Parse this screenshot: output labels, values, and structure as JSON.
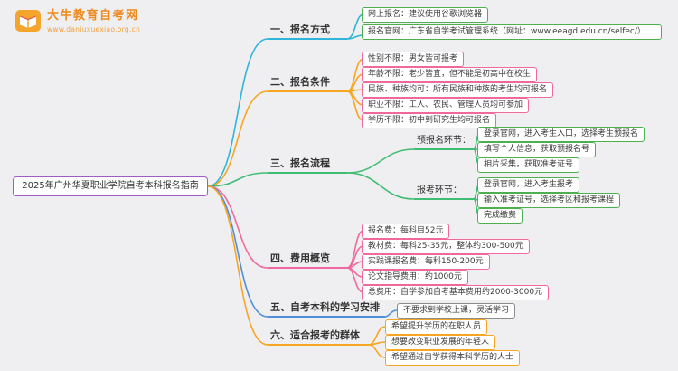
{
  "logo": {
    "site_name": "大牛教育自考网",
    "site_url": "www.daniuxuexiao.org.cn",
    "icon": "open-book-icon",
    "brand_color": "#ee8a1d"
  },
  "main_topic": {
    "text": "2025年广州华夏职业学院自考本科报名指南",
    "border_color": "#a25ac6"
  },
  "branches": [
    {
      "label": "一、报名方式",
      "color": "#30b5d8",
      "children": [
        {
          "text": "网上报名：建议使用谷歌浏览器",
          "border_color": "#4caf50"
        },
        {
          "text": "报名官网：广东省自学考试管理系统（网址：www.eeagd.edu.cn/selfec/）",
          "border_color": "#4caf50"
        }
      ]
    },
    {
      "label": "二、报名条件",
      "color": "#f7a623",
      "children": [
        {
          "text": "性别不限：男女皆可报考",
          "border_color": "#ef6a9b"
        },
        {
          "text": "年龄不限：老少皆宜，但不能是初高中在校生",
          "border_color": "#ef6a9b"
        },
        {
          "text": "民族、种族均可：所有民族和种族的考生均可报名",
          "border_color": "#ef6a9b"
        },
        {
          "text": "职业不限：工人、农民、管理人员均可参加",
          "border_color": "#ef6a9b"
        },
        {
          "text": "学历不限：初中到研究生均可报名",
          "border_color": "#ef6a9b"
        }
      ]
    },
    {
      "label": "三、报名流程",
      "color": "#3fbd74",
      "children": [
        {
          "text": "预报名环节：",
          "color": "#3fbd74",
          "children": [
            {
              "text": "登录官网，进入考生入口，选择考生预报名",
              "border_color": "#4caf50"
            },
            {
              "text": "填写个人信息，获取预报名号",
              "border_color": "#4caf50"
            },
            {
              "text": "相片采集，获取准考证号",
              "border_color": "#4caf50"
            }
          ]
        },
        {
          "text": "报考环节：",
          "color": "#3fbd74",
          "children": [
            {
              "text": "登录官网，进入考生报考",
              "border_color": "#4caf50"
            },
            {
              "text": "输入准考证号，选择考区和报考课程",
              "border_color": "#4caf50"
            },
            {
              "text": "完成缴费",
              "border_color": "#4caf50"
            }
          ]
        }
      ]
    },
    {
      "label": "四、费用概览",
      "color": "#ee6a9e",
      "children": [
        {
          "text": "报名费：每科目52元",
          "border_color": "#ee6a9e"
        },
        {
          "text": "教材费：每科25-35元，整体约300-500元",
          "border_color": "#ee6a9e"
        },
        {
          "text": "实践课报名费：每科150-200元",
          "border_color": "#ee6a9e"
        },
        {
          "text": "论文指导费用：约1000元",
          "border_color": "#ee6a9e"
        },
        {
          "text": "总费用：自学参加自考基本费用约2000-3000元",
          "border_color": "#ee6a9e"
        }
      ]
    },
    {
      "label": "五、自考本科的学习安排",
      "color": "#4f8fd8",
      "children": [
        {
          "text": "不要求到学校上课，灵活学习",
          "border_color": "#8c8c8c"
        }
      ]
    },
    {
      "label": "六、适合报考的群体",
      "color": "#f7a623",
      "children": [
        {
          "text": "希望提升学历的在职人员",
          "border_color": "#f7a623"
        },
        {
          "text": "想要改变职业发展的年轻人",
          "border_color": "#f7a623"
        },
        {
          "text": "希望通过自学获得本科学历的人士",
          "border_color": "#f7a623"
        }
      ]
    }
  ]
}
